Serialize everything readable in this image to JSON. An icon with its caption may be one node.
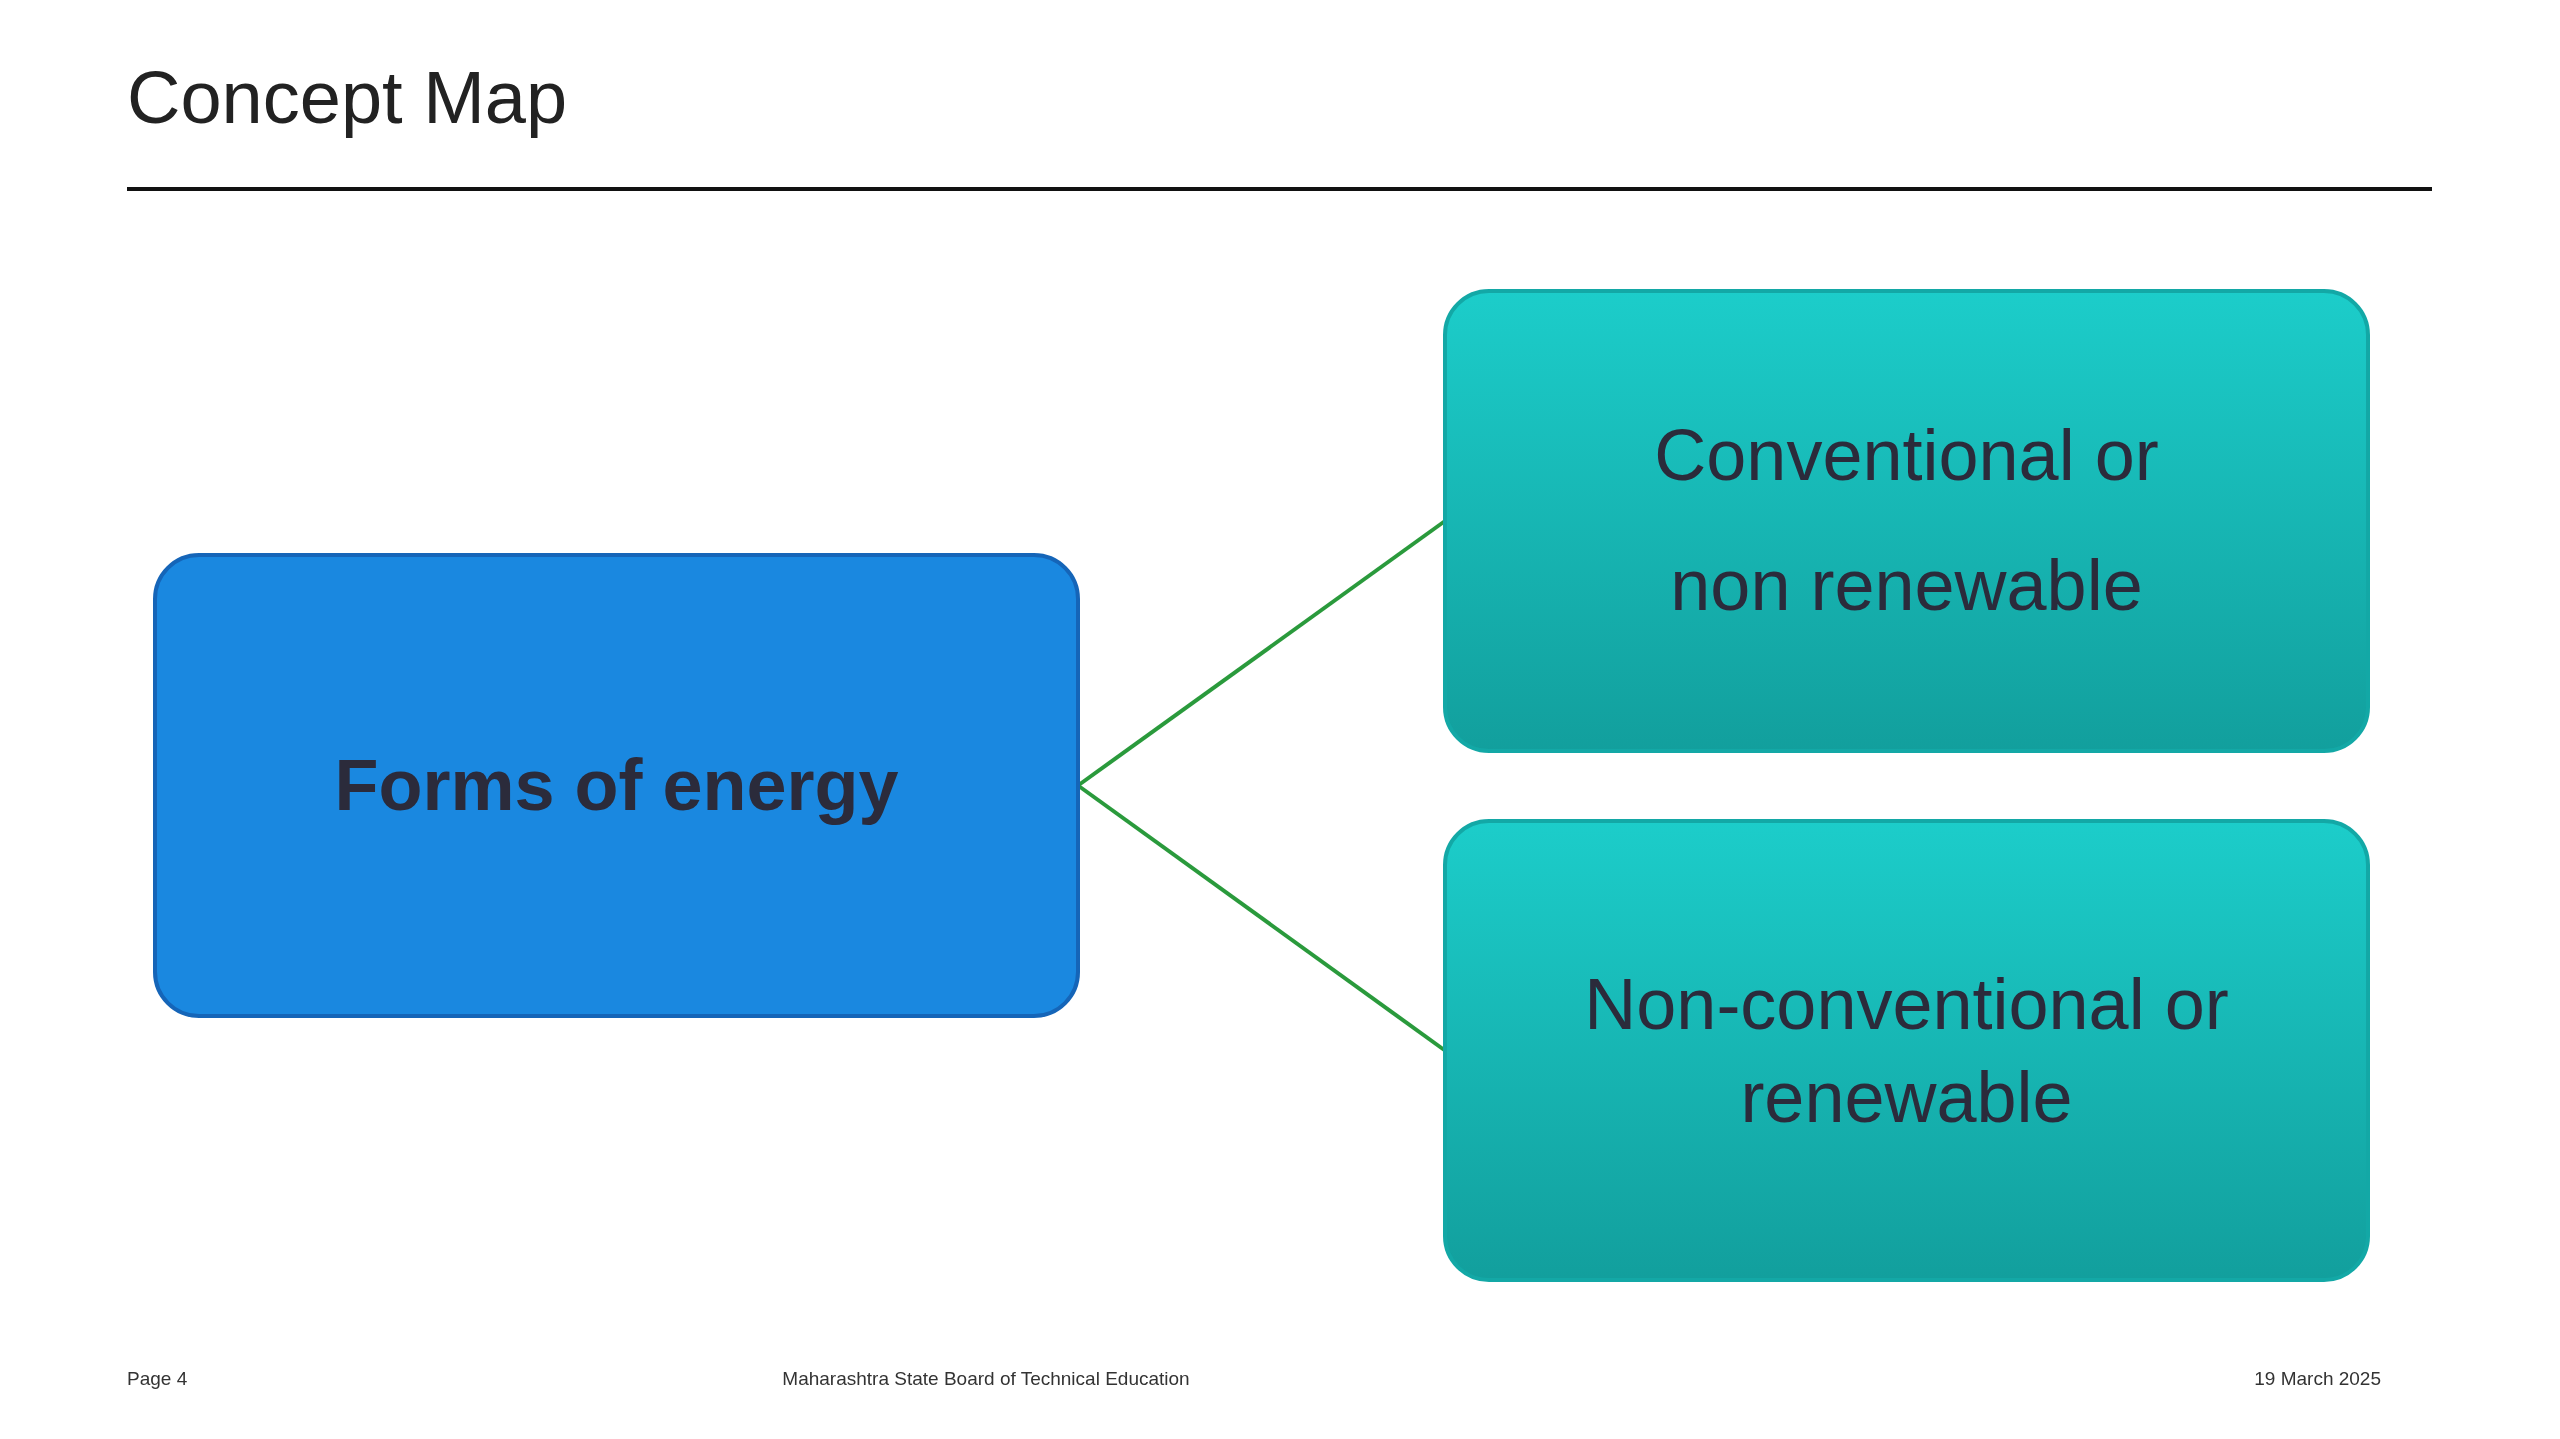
{
  "diagram": {
    "title": "Concept Map",
    "nodes": [
      {
        "text": [
          "Forms of energy"
        ]
      },
      {
        "text": [
          "Conventional or non renewable"
        ]
      },
      {
        "text": [
          "Non-conventional or renewable"
        ]
      }
    ],
    "edges": [
      {
        "from": 0,
        "to": 1,
        "arrow": "none"
      },
      {
        "from": 0,
        "to": 2,
        "arrow": "none"
      }
    ],
    "labels": [
      "Page 4",
      "Maharashtra State Board of Technical Education",
      "19 March 2025"
    ]
  }
}
